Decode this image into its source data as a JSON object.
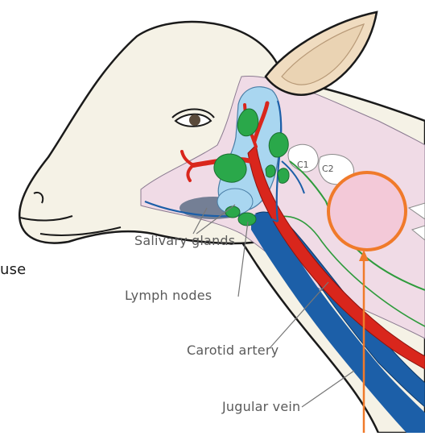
{
  "labels": {
    "salivary_glands": "Salivary glands",
    "lymph_nodes": "Lymph nodes",
    "carotid_artery": "Carotid artery",
    "jugular_vein": "Jugular vein",
    "use_fragment": "use",
    "c1": "C1",
    "c2": "C2"
  },
  "colors": {
    "skin": "#f5f2e6",
    "outline": "#1a1a1a",
    "neck_tissue": "#f0dbe6",
    "salivary": "#a9d6f0",
    "salivary_dark": "#5e6e86",
    "lymph": "#2aa84a",
    "artery": "#d9261c",
    "vein": "#1c5fa8",
    "nerve": "#2e9b3c",
    "target_circle": "#f07a2a",
    "target_fill": "#f3c9d8",
    "arrow": "#f07a2a",
    "label_text": "#5a5a5a"
  }
}
